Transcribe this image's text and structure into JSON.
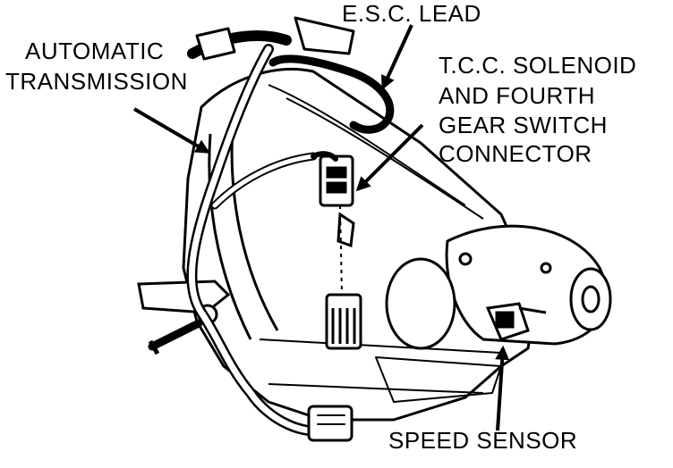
{
  "labels": {
    "esc_lead": "E.S.C. LEAD",
    "automatic_transmission": [
      "AUTOMATIC",
      "TRANSMISSION"
    ],
    "tcc_connector": [
      "T.C.C. SOLENOID",
      "AND FOURTH",
      "GEAR SWITCH",
      "CONNECTOR"
    ],
    "speed_sensor": "SPEED SENSOR"
  },
  "colors": {
    "ink": "#000000",
    "paper": "#ffffff"
  }
}
